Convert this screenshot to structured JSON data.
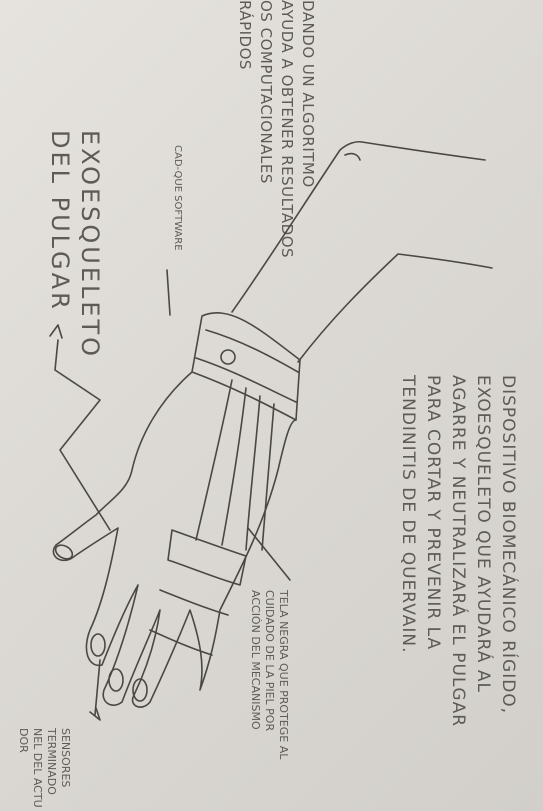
{
  "annotations": {
    "algorithm_note": [
      "DANDO UN ALGORITMO",
      "AYUDA A OBTENER RESULTADOS",
      "OS COMPUTACIONALES",
      "RÁPIDOS"
    ],
    "exoskeleton_title": [
      "EXOESQUELETO",
      "DEL PULGAR"
    ],
    "cad_label": "CAD-QUE SOFTWARE",
    "device_description": [
      "DISPOSITIVO BIOMECÁNICO RÍGIDO,",
      "EXOESQUELETO QUE AYUDARÁ AL",
      "AGARRE Y NEUTRALIZARÁ EL PULGAR",
      "PARA CORTAR Y PREVENIR LA",
      "TENDINITIS DE DE QUERVAIN."
    ],
    "fabric_note": [
      "TELA NEGRA QUE PROTEGE AL",
      "CUIDADO DE LA PIEL POR",
      "ACCIÓN DEL MECANISMO"
    ],
    "sensor_note": [
      "SENSORES",
      "TERMINADO",
      "NEL DEL ACTU",
      "DOR"
    ]
  },
  "colors": {
    "paper": "#dedbd6",
    "pencil": "#4a4745",
    "ink_text": "#5d5a57"
  }
}
